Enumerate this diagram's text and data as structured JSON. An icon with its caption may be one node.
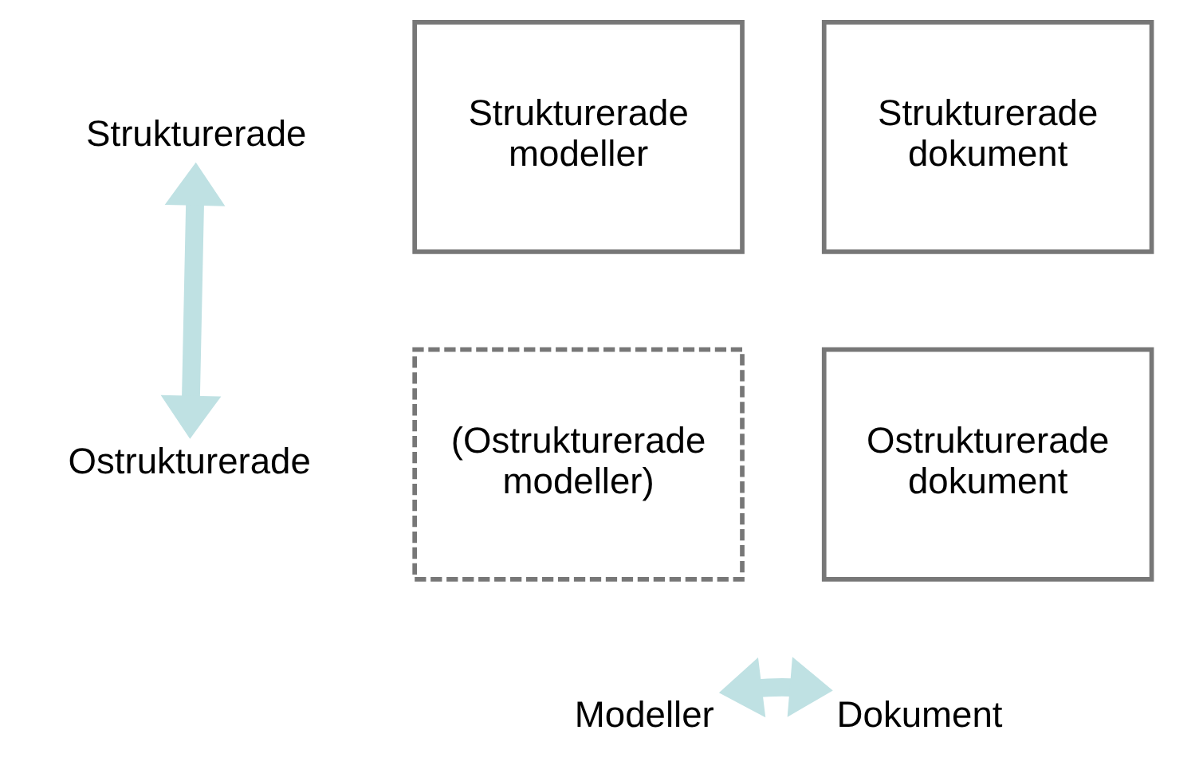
{
  "diagram": {
    "nodes": [
      {
        "text": [
          "Strukturerade"
        ]
      },
      {
        "text": [
          "Strukturerade modeller"
        ]
      },
      {
        "text": [
          "Strukturerade dokument"
        ]
      },
      {
        "text": [
          "Ostrukturerade"
        ]
      },
      {
        "text": [
          "(Ostrukturerade modeller)"
        ]
      },
      {
        "text": [
          "Ostrukturerade dokument"
        ]
      },
      {
        "text": [
          "Modeller"
        ]
      },
      {
        "text": [
          "Dokument"
        ]
      }
    ],
    "edges": [
      {
        "from": 0,
        "to": 3,
        "arrow": "both",
        "color": "#bfe1e3"
      },
      {
        "from": 6,
        "to": 7,
        "arrow": "both",
        "color": "#bfe1e3"
      }
    ]
  }
}
